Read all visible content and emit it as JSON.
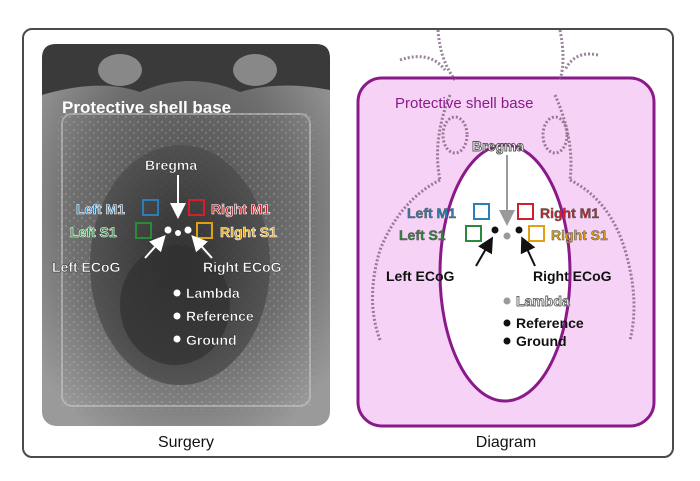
{
  "panels": {
    "surgery": {
      "caption": "Surgery",
      "shell_label": "Protective shell base",
      "bregma": "Bregma",
      "left_m1": "Left M1",
      "right_m1": "Right M1",
      "left_s1": "Left S1",
      "right_s1": "Right S1",
      "left_ecog": "Left ECoG",
      "right_ecog": "Right ECoG",
      "lambda": "Lambda",
      "reference": "Reference",
      "ground": "Ground"
    },
    "diagram": {
      "caption": "Diagram",
      "shell_label": "Protective shell base",
      "bregma": "Bregma",
      "left_m1": "Left M1",
      "right_m1": "Right M1",
      "left_s1": "Left S1",
      "right_s1": "Right S1",
      "left_ecog": "Left ECoG",
      "right_ecog": "Right ECoG",
      "lambda": "Lambda",
      "reference": "Reference",
      "ground": "Ground"
    }
  },
  "colors": {
    "m1_left": "#2a7fb8",
    "m1_right": "#d0202a",
    "s1_left": "#2a8a3a",
    "s1_right": "#e0a010",
    "shell_purple": "#8a1a8a",
    "diagram_bg": "#f6d3f6",
    "photo_bg": "#5a5a5a"
  }
}
